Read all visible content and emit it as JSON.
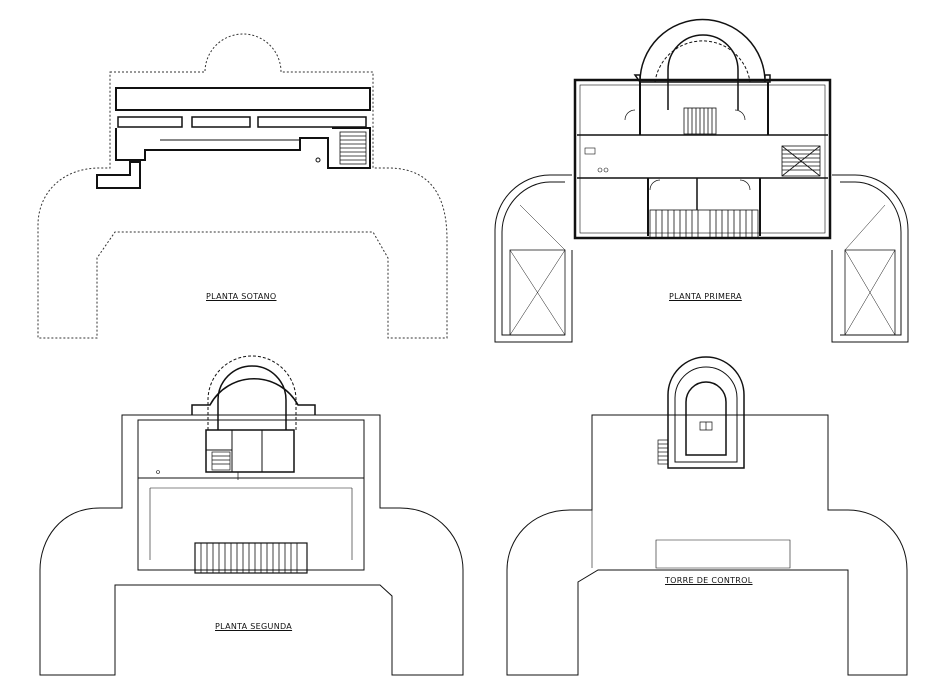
{
  "labels": {
    "sotano": "PLANTA SOTANO",
    "primera": "PLANTA PRIMERA",
    "segunda": "PLANTA SEGUNDA",
    "torre": "TORRE DE CONTROL"
  },
  "colors": {
    "line": "#111111",
    "background": "#ffffff"
  }
}
